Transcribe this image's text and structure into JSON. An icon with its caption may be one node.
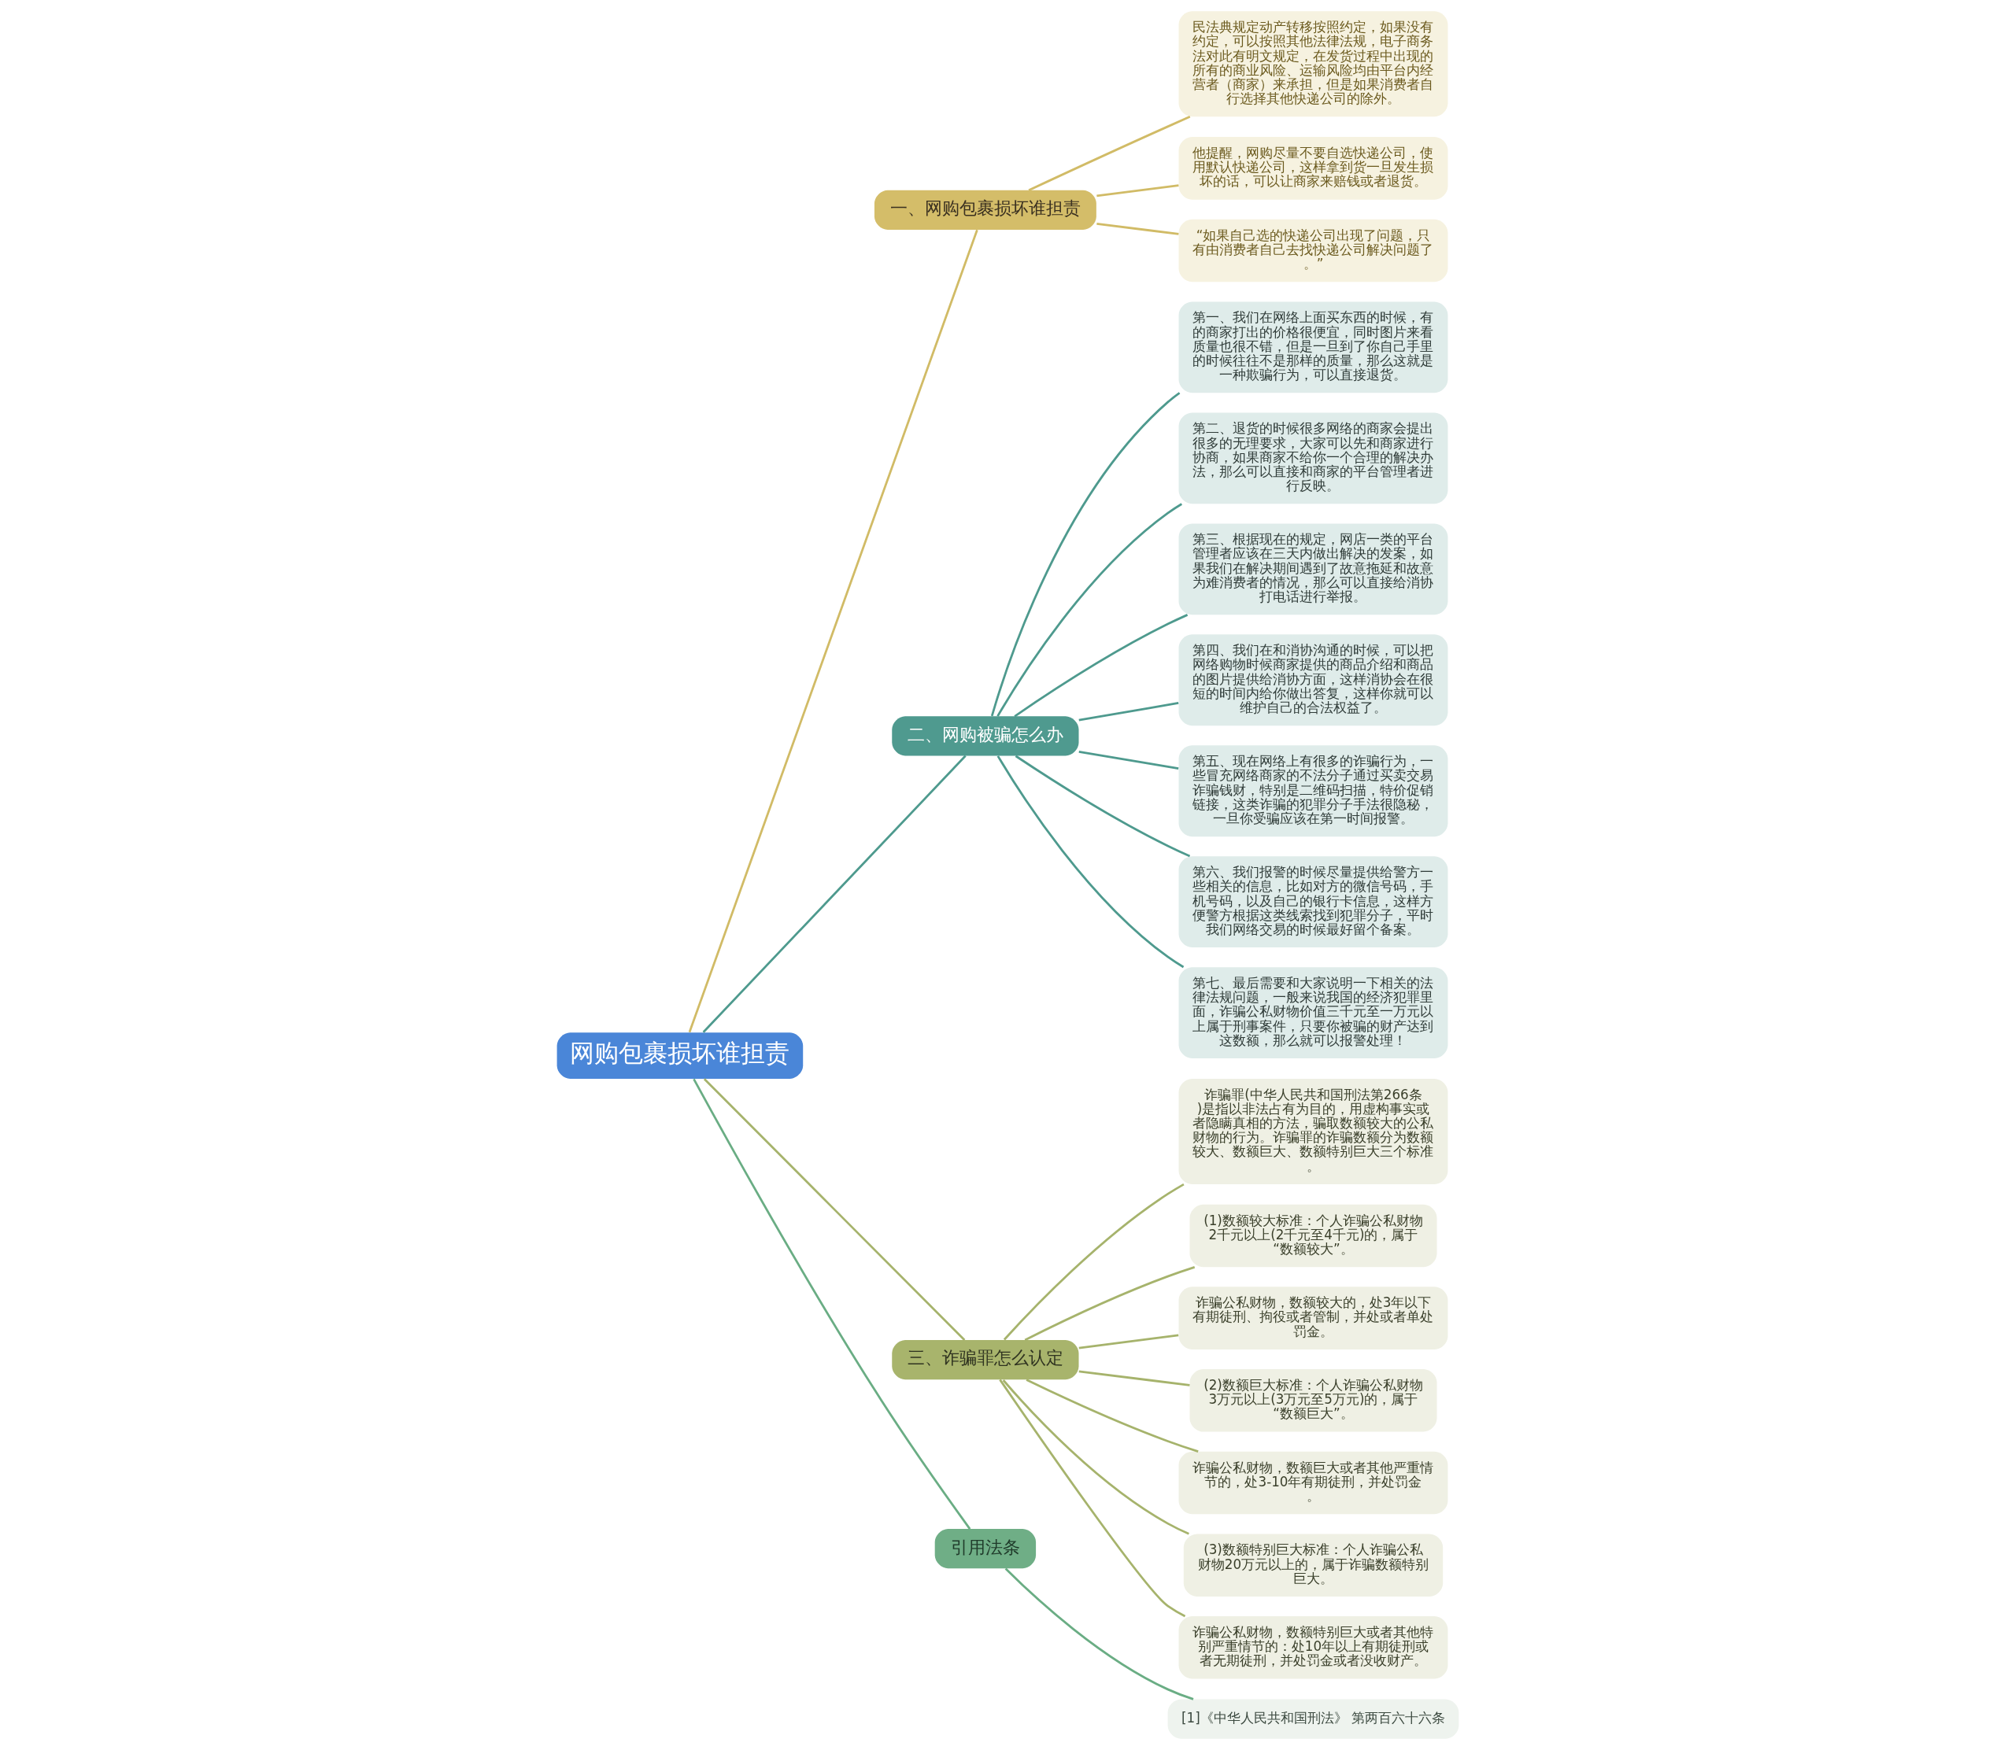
{
  "diagram": {
    "nodes": [
      {
        "text": [
          "网购包裹损坏谁担责"
        ]
      },
      {
        "text": [
          "一、网购包裹损坏谁担责"
        ]
      },
      {
        "text": [
          "民法典规定动产转移按照约定，如果没有约定，可以按照其他法律法规，电子商务法对此有明文规定，在发货过程中出现的所有的商业风险、运输风险均由平台内经营者（商家）来承担，但是如果消费者自行选择其他快递公司的除外。"
        ]
      },
      {
        "text": [
          "他提醒，网购尽量不要自选快递公司，使用默认快递公司，这样拿到货一旦发生损坏的话，可以让商家来赔钱或者退货。"
        ]
      },
      {
        "text": [
          "“如果自己选的快递公司出现了问题，只有由消费者自己去找快递公司解决问题了。”"
        ]
      },
      {
        "text": [
          "二、网购被骗怎么办"
        ]
      },
      {
        "text": [
          "第一、我们在网络上面买东西的时候，有的商家打出的价格很便宜，同时图片来看质量也很不错，但是一旦到了你自己手里的时候往往不是那样的质量，那么这就是一种欺骗行为，可以直接退货。"
        ]
      },
      {
        "text": [
          "第二、退货的时候很多网络的商家会提出很多的无理要求，大家可以先和商家进行协商，如果商家不给你一个合理的解决办法，那么可以直接和商家的平台管理者进行反映。"
        ]
      },
      {
        "text": [
          "第三、根据现在的规定，网店一类的平台管理者应该在三天内做出解决的发案，如果我们在解决期间遇到了故意拖延和故意为难消费者的情况，那么可以直接给消协打电话进行举报。"
        ]
      },
      {
        "text": [
          "第四、我们在和消协沟通的时候，可以把网络购物时候商家提供的商品介绍和商品的图片提供给消协方面，这样消协会在很短的时间内给你做出答复，这样你就可以维护自己的合法权益了。"
        ]
      },
      {
        "text": [
          "第五、现在网络上有很多的诈骗行为，一些冒充网络商家的不法分子通过买卖交易诈骗钱财，特别是二维码扫描，特价促销链接，这类诈骗的犯罪分子手法很隐秘，一旦你受骗应该在第一时间报警。"
        ]
      },
      {
        "text": [
          "第六、我们报警的时候尽量提供给警方一些相关的信息，比如对方的微信号码，手机号码，以及自己的银行卡信息，这样方便警方根据这类线索找到犯罪分子，平时我们网络交易的时候最好留个备案。"
        ]
      },
      {
        "text": [
          "第七、最后需要和大家说明一下相关的法律法规问题，一般来说我国的经济犯罪里面，诈骗公私财物价值三千元至一万元以上属于刑事案件，只要你被骗的财产达到这数额，那么就可以报警处理！"
        ]
      },
      {
        "text": [
          "三、诈骗罪怎么认定"
        ]
      },
      {
        "text": [
          "诈骗罪(中华人民共和国刑法第266条)是指以非法占有为目的，用虚构事实或者隐瞒真相的方法，骗取数额较大的公私财物的行为。诈骗罪的诈骗数额分为数额较大、数额巨大、数额特别巨大三个标准。"
        ]
      },
      {
        "text": [
          "(1)数额较大标准：个人诈骗公私财物2千元以上(2千元至4千元)的，属于“数额较大”。"
        ]
      },
      {
        "text": [
          "诈骗公私财物，数额较大的，处3年以下有期徒刑、拘役或者管制，并处或者单处罚金。"
        ]
      },
      {
        "text": [
          "(2)数额巨大标准：个人诈骗公私财物3万元以上(3万元至5万元)的，属于“数额巨大”。"
        ]
      },
      {
        "text": [
          "诈骗公私财物，数额巨大或者其他严重情节的，处3-10年有期徒刑，并处罚金。"
        ]
      },
      {
        "text": [
          "(3)数额特别巨大标准：个人诈骗公私财物20万元以上的，属于诈骗数额特别巨大。"
        ]
      },
      {
        "text": [
          "诈骗公私财物，数额特别巨大或者其他特别严重情节的：处10年以上有期徒刑或者无期徒刑，并处罚金或者没收财产。"
        ]
      },
      {
        "text": [
          "引用法条"
        ]
      },
      {
        "text": [
          "[1]《中华人民共和国刑法》 第两百六十六条"
        ]
      }
    ],
    "edges": [
      {
        "from": 0,
        "to": 1,
        "arrow": "none",
        "color": "#d1bb66"
      },
      {
        "from": 1,
        "to": 2,
        "arrow": "none",
        "color": "#d1bb66"
      },
      {
        "from": 1,
        "to": 3,
        "arrow": "none",
        "color": "#d1bb66"
      },
      {
        "from": 1,
        "to": 4,
        "arrow": "none",
        "color": "#d1bb66"
      },
      {
        "from": 0,
        "to": 5,
        "arrow": "none",
        "color": "#4e9a8e"
      },
      {
        "from": 5,
        "to": 6,
        "arrow": "none",
        "color": "#4e9a8e"
      },
      {
        "from": 5,
        "to": 7,
        "arrow": "none",
        "color": "#4e9a8e"
      },
      {
        "from": 5,
        "to": 8,
        "arrow": "none",
        "color": "#4e9a8e"
      },
      {
        "from": 5,
        "to": 9,
        "arrow": "none",
        "color": "#4e9a8e"
      },
      {
        "from": 5,
        "to": 10,
        "arrow": "none",
        "color": "#4e9a8e"
      },
      {
        "from": 5,
        "to": 11,
        "arrow": "none",
        "color": "#4e9a8e"
      },
      {
        "from": 5,
        "to": 12,
        "arrow": "none",
        "color": "#4e9a8e"
      },
      {
        "from": 0,
        "to": 13,
        "arrow": "none",
        "color": "#a6b36c"
      },
      {
        "from": 13,
        "to": 14,
        "arrow": "none",
        "color": "#a6b36c"
      },
      {
        "from": 13,
        "to": 15,
        "arrow": "none",
        "color": "#a6b36c"
      },
      {
        "from": 13,
        "to": 16,
        "arrow": "none",
        "color": "#a6b36c"
      },
      {
        "from": 13,
        "to": 17,
        "arrow": "none",
        "color": "#a6b36c"
      },
      {
        "from": 13,
        "to": 18,
        "arrow": "none",
        "color": "#a6b36c"
      },
      {
        "from": 13,
        "to": 19,
        "arrow": "none",
        "color": "#a6b36c"
      },
      {
        "from": 13,
        "to": 20,
        "arrow": "none",
        "color": "#a6b36c"
      },
      {
        "from": 0,
        "to": 21,
        "arrow": "none",
        "color": "#6aad84"
      },
      {
        "from": 21,
        "to": 22,
        "arrow": "none",
        "color": "#6aad84"
      }
    ]
  }
}
